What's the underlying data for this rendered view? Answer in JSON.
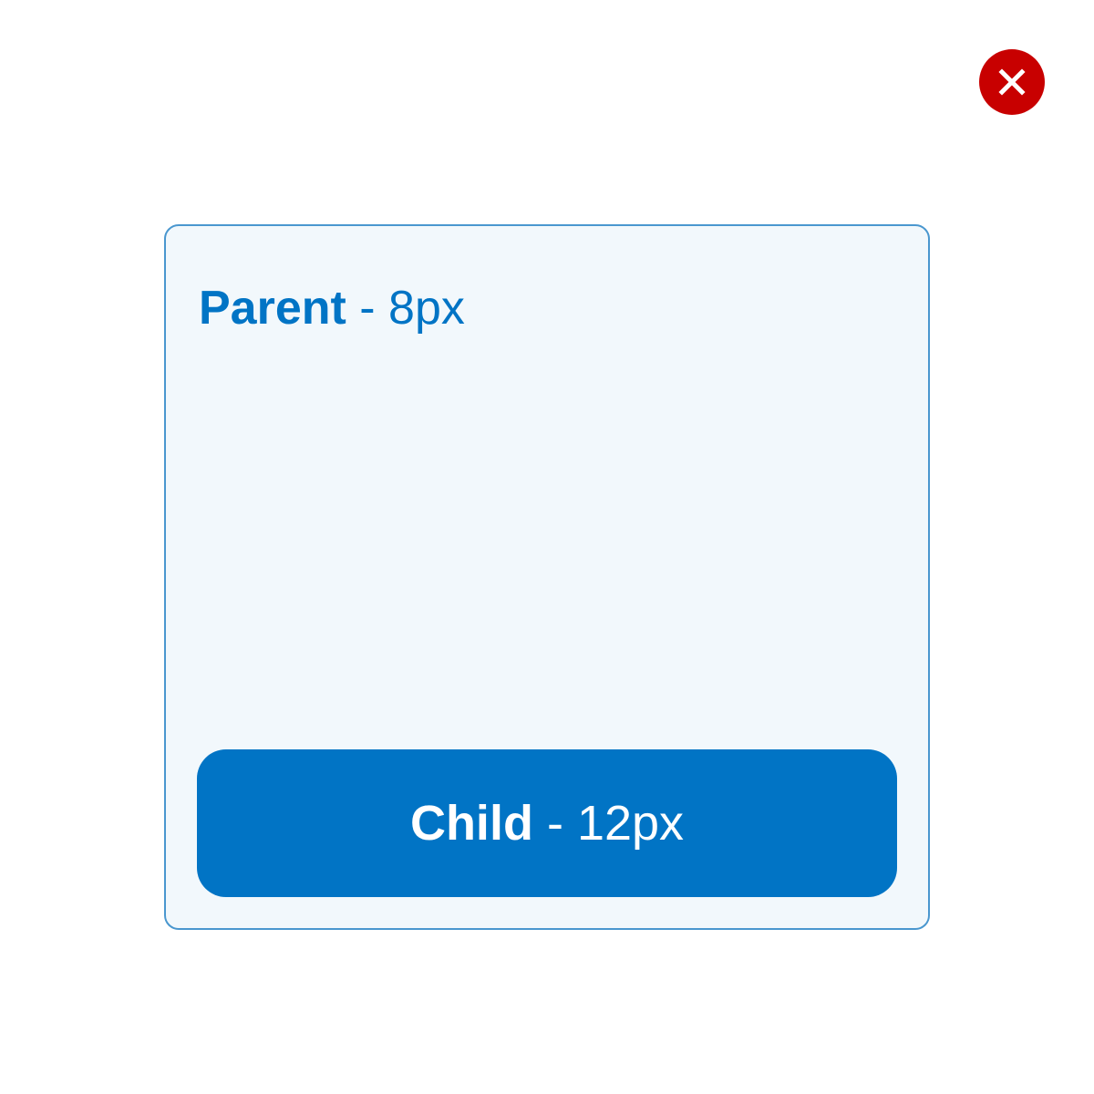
{
  "colors": {
    "accent": "#0174c5",
    "parent_background": "#f2f8fc",
    "parent_border": "#4a97cf",
    "error": "#c80000",
    "child_text": "#ffffff"
  },
  "status": {
    "icon": "close-icon"
  },
  "parent": {
    "label_strong": "Parent",
    "label_detail": "- 8px"
  },
  "child": {
    "label_strong": "Child",
    "label_detail": "- 12px"
  }
}
